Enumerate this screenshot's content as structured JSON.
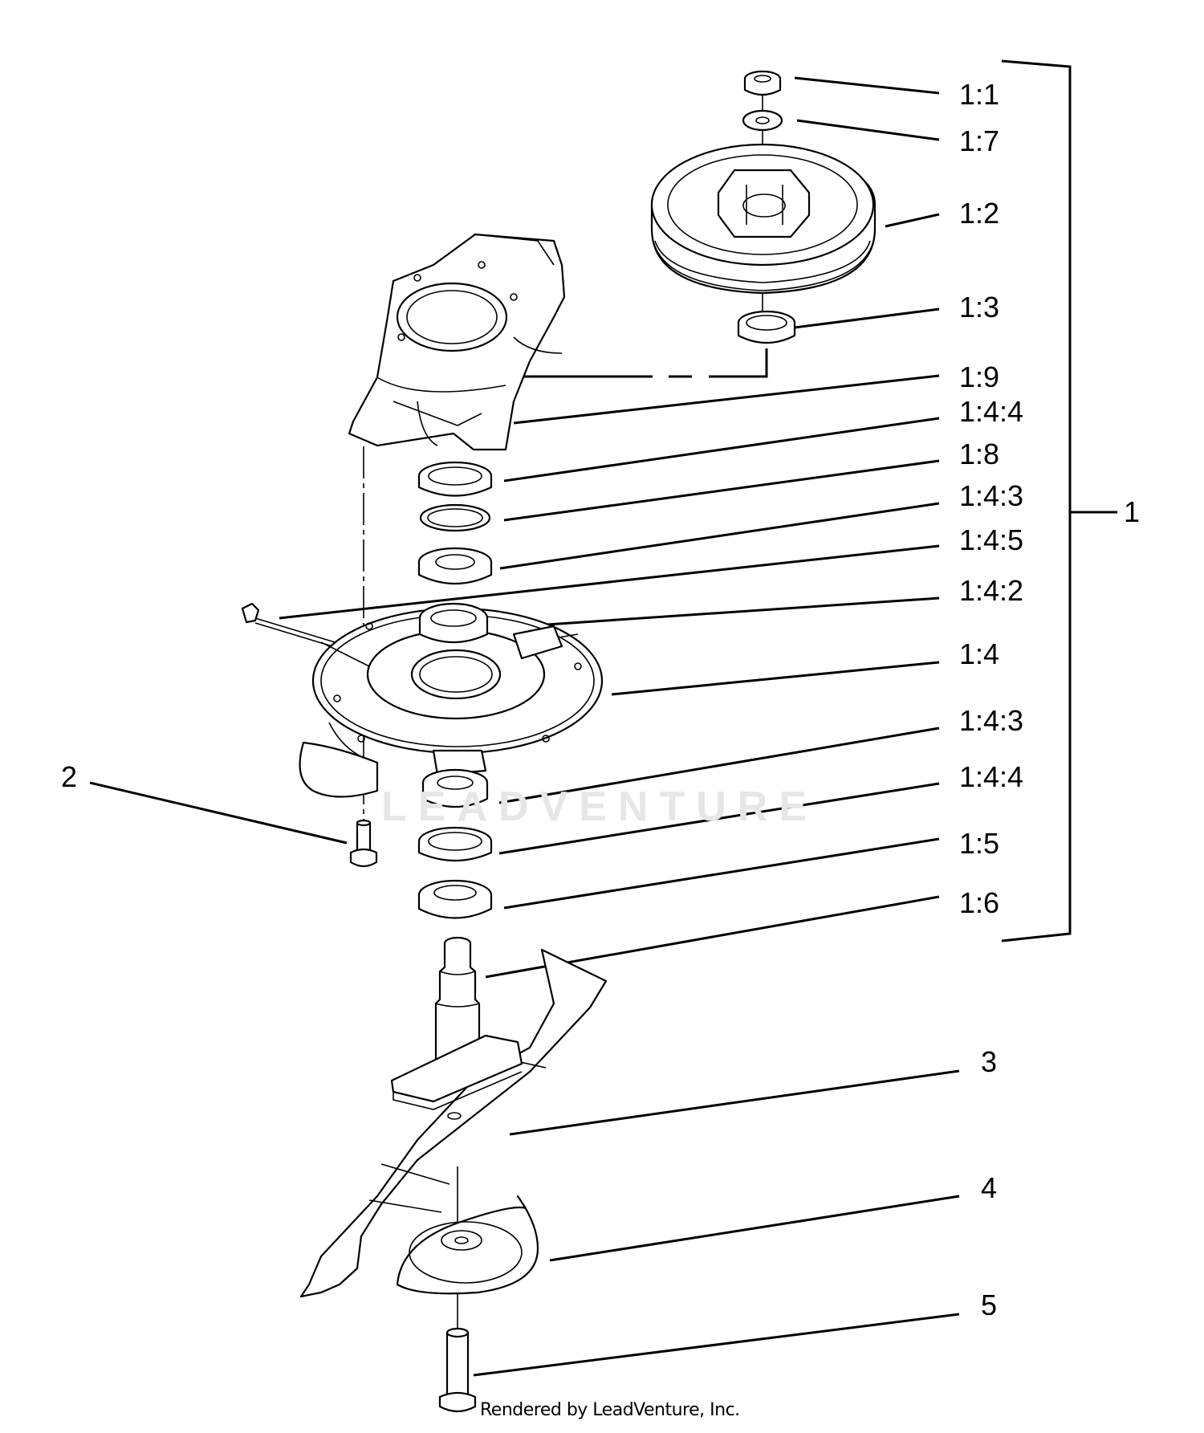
{
  "callouts": {
    "c1_1": "1:1",
    "c1_7": "1:7",
    "c1_2": "1:2",
    "c1_3": "1:3",
    "c1_9": "1:9",
    "c1_4_4_top": "1:4:4",
    "c1_8": "1:8",
    "c1_4_3_top": "1:4:3",
    "c1_4_5": "1:4:5",
    "c1_4_2": "1:4:2",
    "c1_4": "1:4",
    "c1_4_3_bottom": "1:4:3",
    "c1_4_4_bottom": "1:4:4",
    "c1_5": "1:5",
    "c1_6": "1:6",
    "c1": "1",
    "c2": "2",
    "c3": "3",
    "c4": "4",
    "c5": "5"
  },
  "watermark": "LEADVENTURE",
  "credit": "Rendered by LeadVenture, Inc."
}
